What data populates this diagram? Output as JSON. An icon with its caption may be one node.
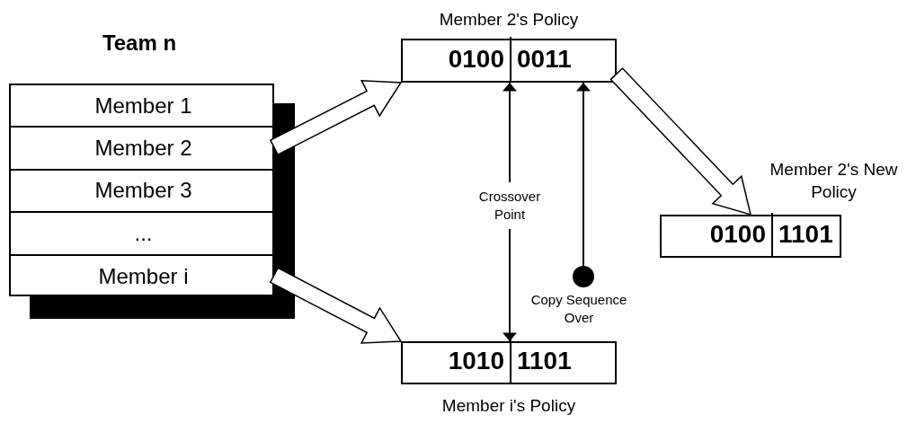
{
  "diagram": {
    "nodes": [
      {
        "text": [
          "Team n"
        ]
      },
      {
        "text": [
          "Member 1"
        ],
        "in": 0
      },
      {
        "text": [
          "Member 2"
        ],
        "in": 0
      },
      {
        "text": [
          "Member 3"
        ],
        "in": 0
      },
      {
        "text": [
          "..."
        ],
        "in": 0
      },
      {
        "text": [
          "Member i"
        ],
        "in": 0
      },
      {
        "text": [
          "Member 2's Policy"
        ]
      },
      {
        "text": [
          "0100"
        ],
        "in": 6
      },
      {
        "text": [
          "0011"
        ],
        "in": 6
      },
      {
        "text": [
          "Member i's Policy"
        ]
      },
      {
        "text": [
          "1010"
        ],
        "in": 9
      },
      {
        "text": [
          "1101"
        ],
        "in": 9
      },
      {
        "text": [
          "Member 2's New Policy"
        ]
      },
      {
        "text": [
          "0100"
        ],
        "in": 12
      },
      {
        "text": [
          "1101"
        ],
        "in": 12
      },
      {
        "text": [
          "Crossover Point"
        ]
      },
      {
        "text": [],
        "shape": "circle",
        "beside": [
          "Copy Sequence Over"
        ]
      }
    ],
    "edges": [
      {
        "from": 2,
        "to": 6,
        "arrow": "to",
        "style": "thick"
      },
      {
        "from": 5,
        "to": 9,
        "arrow": "to",
        "style": "thick"
      },
      {
        "from": 6,
        "to": 12,
        "arrow": "to",
        "style": "thick"
      },
      {
        "from": 15,
        "to": 6,
        "arrow": "to"
      },
      {
        "from": 15,
        "to": 9,
        "arrow": "to"
      },
      {
        "from": 16,
        "to": 8,
        "arrow": "to"
      }
    ]
  }
}
